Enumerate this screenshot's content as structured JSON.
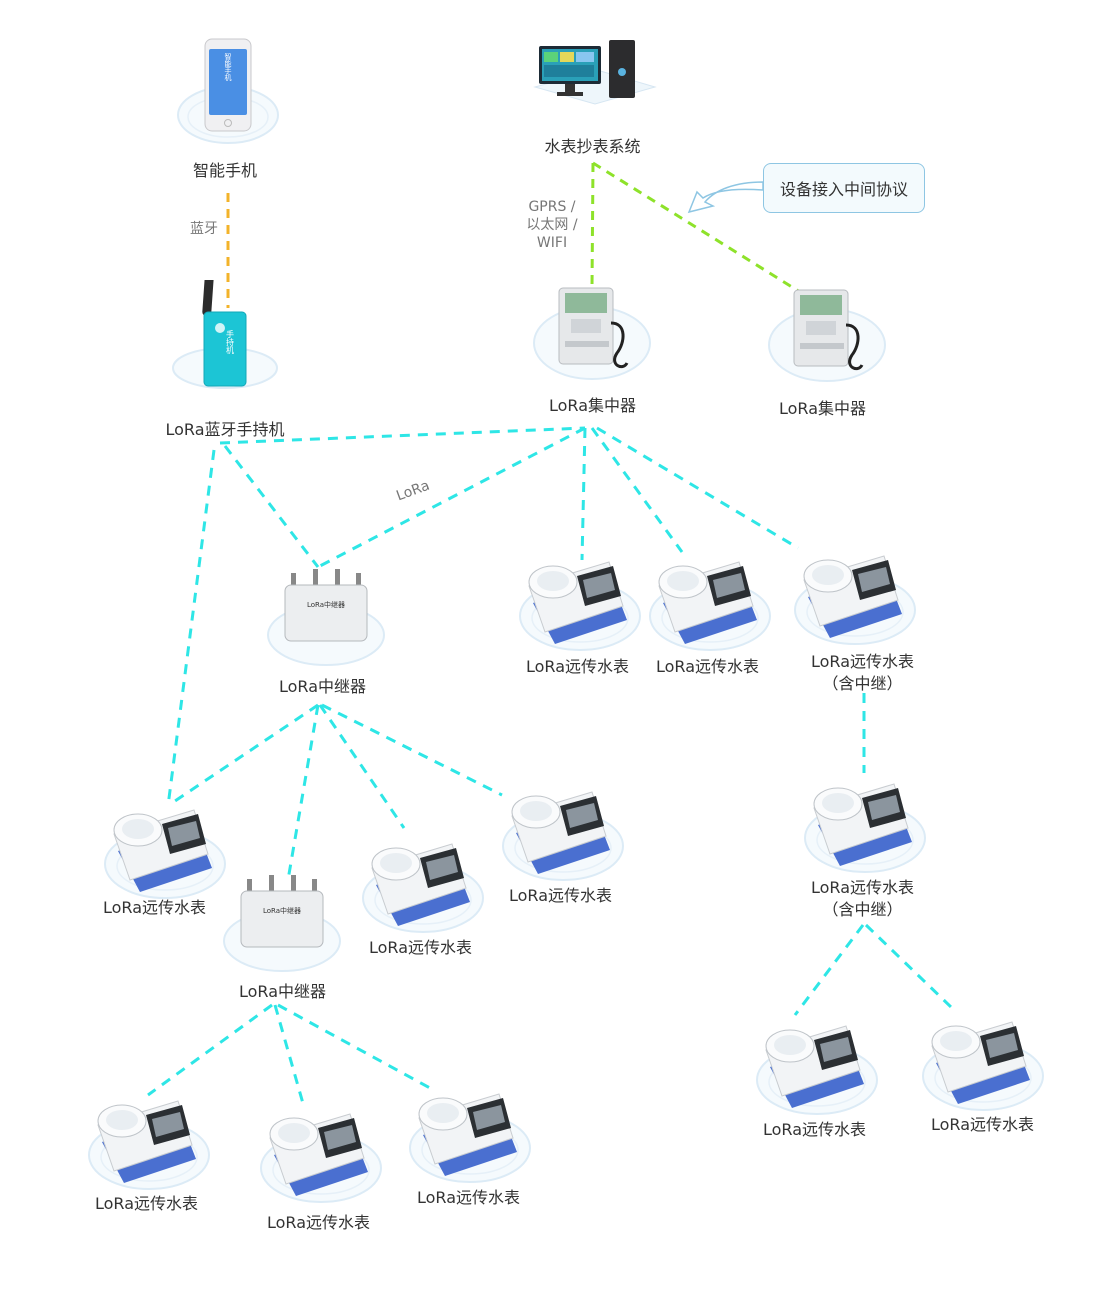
{
  "labels": {
    "phone": "智能手机",
    "bluetooth": "蓝牙",
    "handheld": "LoRa蓝牙手持机",
    "system": "水表抄表系统",
    "gprs_line1": "GPRS /",
    "gprs_line2": "以太网 /",
    "gprs_line3": "WIFI",
    "protocol": "设备接入中间协议",
    "concentrator_main": "LoRa集中器",
    "concentrator_side": "LoRa集中器",
    "lora": "LoRa",
    "repeater1": "LoRa中继器",
    "repeater2": "LoRa中继器",
    "meter": "LoRa远传水表",
    "meter_relay": "LoRa远传水表",
    "relay_sub": "（含中继）"
  },
  "screen_texts": {
    "phone_screen": "智能手机",
    "handheld_body": "手持机",
    "repeater_body": "LoRa中继器"
  },
  "colors": {
    "lora_link": "#2ee6e6",
    "bluetooth_link": "#f3b32a",
    "network_link": "#8ee22a",
    "halo": "#dcebf6",
    "device_teal": "#1ec8c8",
    "meter_blue": "#4a6fd0"
  }
}
